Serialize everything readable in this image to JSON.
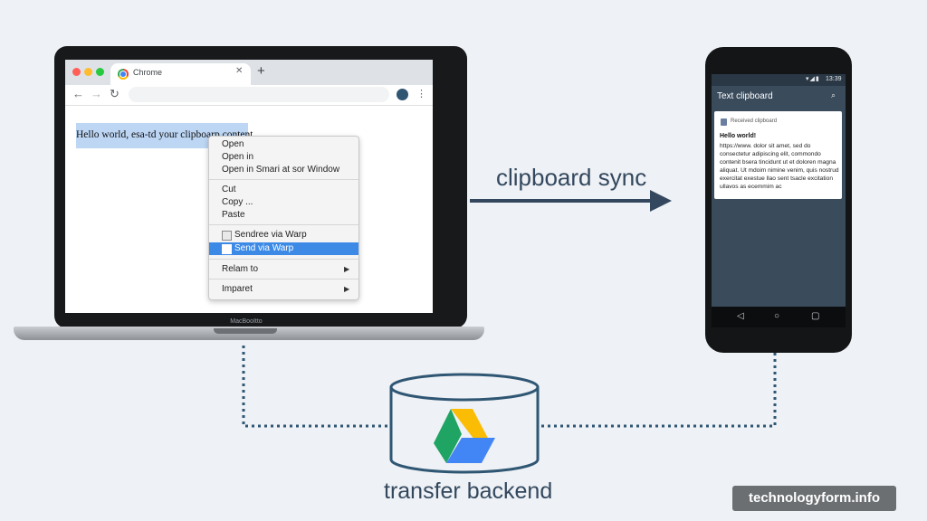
{
  "browser": {
    "tab_title": "Chrome",
    "tab_close": "✕",
    "new_tab": "+",
    "nav_back": "←",
    "nav_forward": "→",
    "nav_reload": "↻",
    "menu_dots": "⋮",
    "selected_text": "Hello world, esa-td your clipboarp content"
  },
  "context_menu": {
    "items": [
      {
        "label": "Open"
      },
      {
        "label": "Open in"
      },
      {
        "label": "Open in Smari at sor Window"
      },
      {
        "label": "Cut"
      },
      {
        "label": "Copy ..."
      },
      {
        "label": "Paste"
      },
      {
        "label": "Sendree via Warp"
      },
      {
        "label": "Send via Warp",
        "highlighted": true
      },
      {
        "label": "Relam to",
        "submenu_arrow": "▶"
      },
      {
        "label": "Imparet",
        "submenu_arrow": "▶"
      }
    ]
  },
  "laptop": {
    "label": "MacBooItto"
  },
  "sync": {
    "label": "clipboard sync"
  },
  "phone": {
    "status_time": "13:39",
    "status_icons": "▾◢▮",
    "app_title": "Text clipboard",
    "search_icon": "⌕",
    "notification": {
      "header": "Received clipboard",
      "title": "Hello world!",
      "body": "https://www. dolor sit amet, sed do consectetur adipiscing elit, commondo contenit bsera tincidunt ut et doloren magna aliquat. Ut mdoim nimine venim, quis nostrud exercitat exestue llao sent tsacle excitation ullavos as ecemmim ac"
    },
    "nav_buttons": [
      "◁",
      "○",
      "▢"
    ]
  },
  "backend": {
    "label": "transfer backend"
  },
  "watermark": {
    "text": "technologyform.info"
  },
  "colors": {
    "background": "#eef1f5",
    "accent": "#33485e",
    "connector": "#2f5673",
    "menu_highlight": "#3c8ae6",
    "selection": "#bcd6f4"
  }
}
